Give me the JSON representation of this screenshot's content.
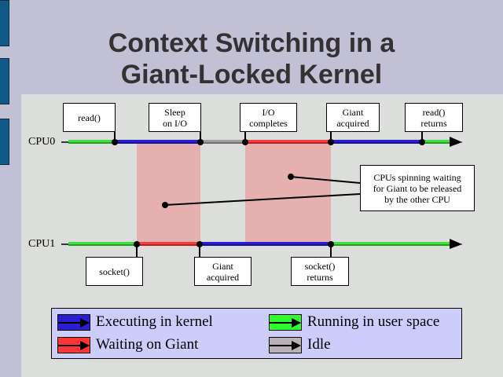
{
  "slide": {
    "title_line1": "Context Switching in a",
    "title_line2": "Giant-Locked Kernel"
  },
  "colors": {
    "kernel": "#2a1ed0",
    "giant_wait": "#f04040",
    "user": "#40e040",
    "idle": "#a0a0a0",
    "spin_region": "#e6b0b0"
  },
  "timelines": [
    {
      "label": "CPU0",
      "segments": [
        {
          "state": "user",
          "from": 0,
          "to": 1
        },
        {
          "state": "kernel",
          "from": 1,
          "to": 2
        },
        {
          "state": "idle",
          "from": 2,
          "to": 3
        },
        {
          "state": "giant_wait",
          "from": 3,
          "to": 4
        },
        {
          "state": "kernel",
          "from": 4,
          "to": 5
        },
        {
          "state": "user",
          "from": 5,
          "to": 6
        }
      ],
      "events": [
        {
          "text": "read()"
        },
        {
          "text": "Sleep\non I/O"
        },
        {
          "text": "I/O\ncompletes"
        },
        {
          "text": "Giant\nacquired"
        },
        {
          "text": "read()\nreturns"
        }
      ]
    },
    {
      "label": "CPU1",
      "segments": [
        {
          "state": "user",
          "from": 0,
          "to": 1
        },
        {
          "state": "giant_wait",
          "from": 1,
          "to": 2
        },
        {
          "state": "kernel",
          "from": 2,
          "to": 3
        },
        {
          "state": "user",
          "from": 3,
          "to": 4
        }
      ],
      "events": [
        {
          "text": "socket()"
        },
        {
          "text": "Giant\nacquired"
        },
        {
          "text": "socket()\nreturns"
        }
      ]
    }
  ],
  "annotation": {
    "text": "CPUs spinning waiting\nfor Giant to be released\nby the other CPU"
  },
  "legend": [
    {
      "label": "Executing in kernel",
      "state": "kernel",
      "swatch": "#2a1ed0"
    },
    {
      "label": "Running in user space",
      "state": "user",
      "swatch": "#2dfb2d"
    },
    {
      "label": "Waiting on Giant",
      "state": "giant_wait",
      "swatch": "#fb3535"
    },
    {
      "label": "Idle",
      "state": "idle",
      "swatch": "#b7b1b5"
    }
  ]
}
